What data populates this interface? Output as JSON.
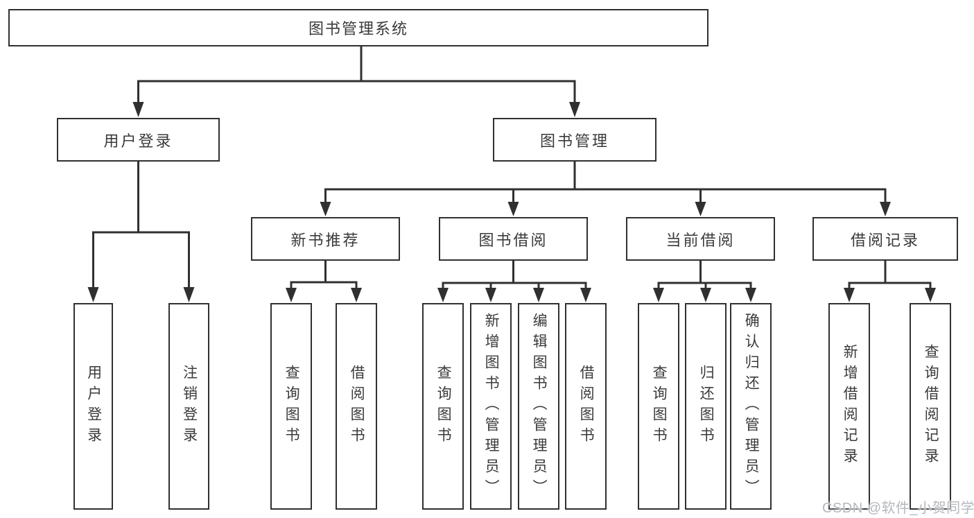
{
  "diagram": {
    "root": {
      "label": "图书管理系统"
    },
    "level2": [
      {
        "id": "user-login",
        "label": "用户登录",
        "children": [
          {
            "label": "用户登录"
          },
          {
            "label": "注销登录"
          }
        ]
      },
      {
        "id": "book-management",
        "label": "图书管理",
        "sections": [
          {
            "label": "新书推荐",
            "children": [
              {
                "label": "查询图书"
              },
              {
                "label": "借阅图书"
              }
            ]
          },
          {
            "label": "图书借阅",
            "children": [
              {
                "label": "查询图书"
              },
              {
                "label": "新增图书（管理员）"
              },
              {
                "label": "编辑图书（管理员）"
              },
              {
                "label": "借阅图书"
              }
            ]
          },
          {
            "label": "当前借阅",
            "children": [
              {
                "label": "查询图书"
              },
              {
                "label": "归还图书"
              },
              {
                "label": "确认归还（管理员）"
              }
            ]
          },
          {
            "label": "借阅记录",
            "children": [
              {
                "label": "新增借阅记录"
              },
              {
                "label": "查询借阅记录"
              }
            ]
          }
        ]
      }
    ]
  },
  "watermark": {
    "text": "CSDN @软件_小贺同学"
  },
  "colors": {
    "line": "#303030",
    "text": "#3a3a3a",
    "background": "#ffffff",
    "watermark": "#b4b8be"
  }
}
